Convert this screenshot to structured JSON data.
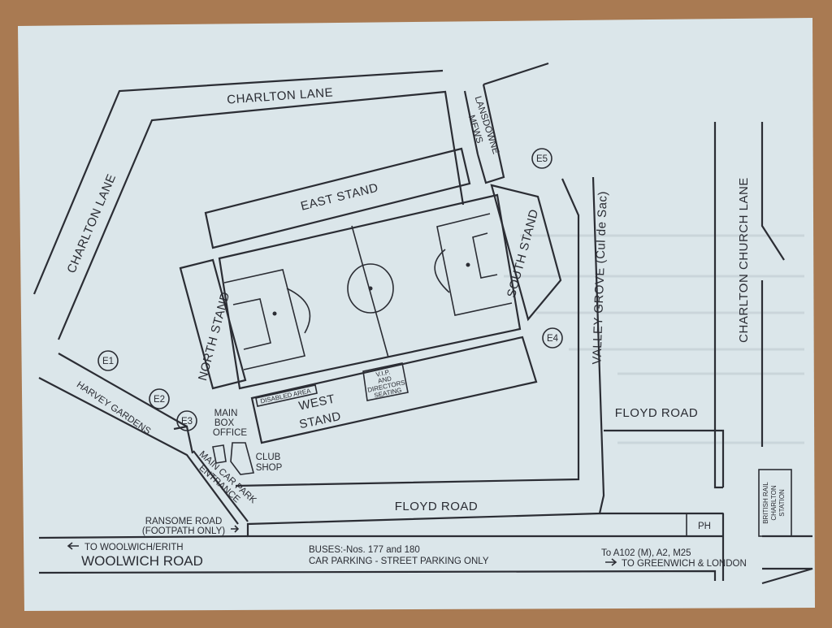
{
  "roads": {
    "charlton_lane_top": "CHARLTON LANE",
    "charlton_lane_left": "CHARLTON LANE",
    "lansdowne_mews": [
      "LANSDOWNE",
      "MEWS"
    ],
    "charlton_church_lane": "CHARLTON CHURCH LANE",
    "valley_grove": "VALLEY GROVE (Cul de Sac)",
    "floyd_road_right": "FLOYD ROAD",
    "floyd_road_bottom": "FLOYD ROAD",
    "harvey_gardens": "HARVEY GARDENS",
    "woolwich_road": "WOOLWICH ROAD",
    "ransome_road": [
      "RANSOME ROAD",
      "(FOOTPATH ONLY)"
    ]
  },
  "stands": {
    "east": "EAST STAND",
    "north": "NORTH STAND",
    "south": "SOUTH STAND",
    "west": [
      "WEST",
      "STAND"
    ],
    "disabled_area": "DISABLED AREA",
    "vip": [
      "V.I.P.",
      "AND",
      "DIRECTORS",
      "SEATING"
    ]
  },
  "entrances": [
    "E1",
    "E2",
    "E3",
    "E4",
    "E5"
  ],
  "buildings": {
    "box_office": [
      "MAIN",
      "BOX",
      "OFFICE"
    ],
    "club_shop": [
      "CLUB",
      "SHOP"
    ],
    "car_park": [
      "MAIN CAR PARK",
      "ENTRANCE"
    ],
    "pub": "PH",
    "station": [
      "BRITISH RAIL",
      "CHARLTON",
      "STATION"
    ]
  },
  "directions": {
    "woolwich_erith": "TO WOOLWICH/ERITH",
    "a102": "To A102 (M), A2, M25",
    "greenwich_london": "TO GREENWICH & LONDON"
  },
  "notes": {
    "buses": "BUSES:-Nos. 177 and 180",
    "parking": "CAR PARKING - STREET PARKING ONLY"
  },
  "colors": {
    "card": "#dbe6ea",
    "ink": "#2b2d34",
    "table": "#a97a52"
  }
}
